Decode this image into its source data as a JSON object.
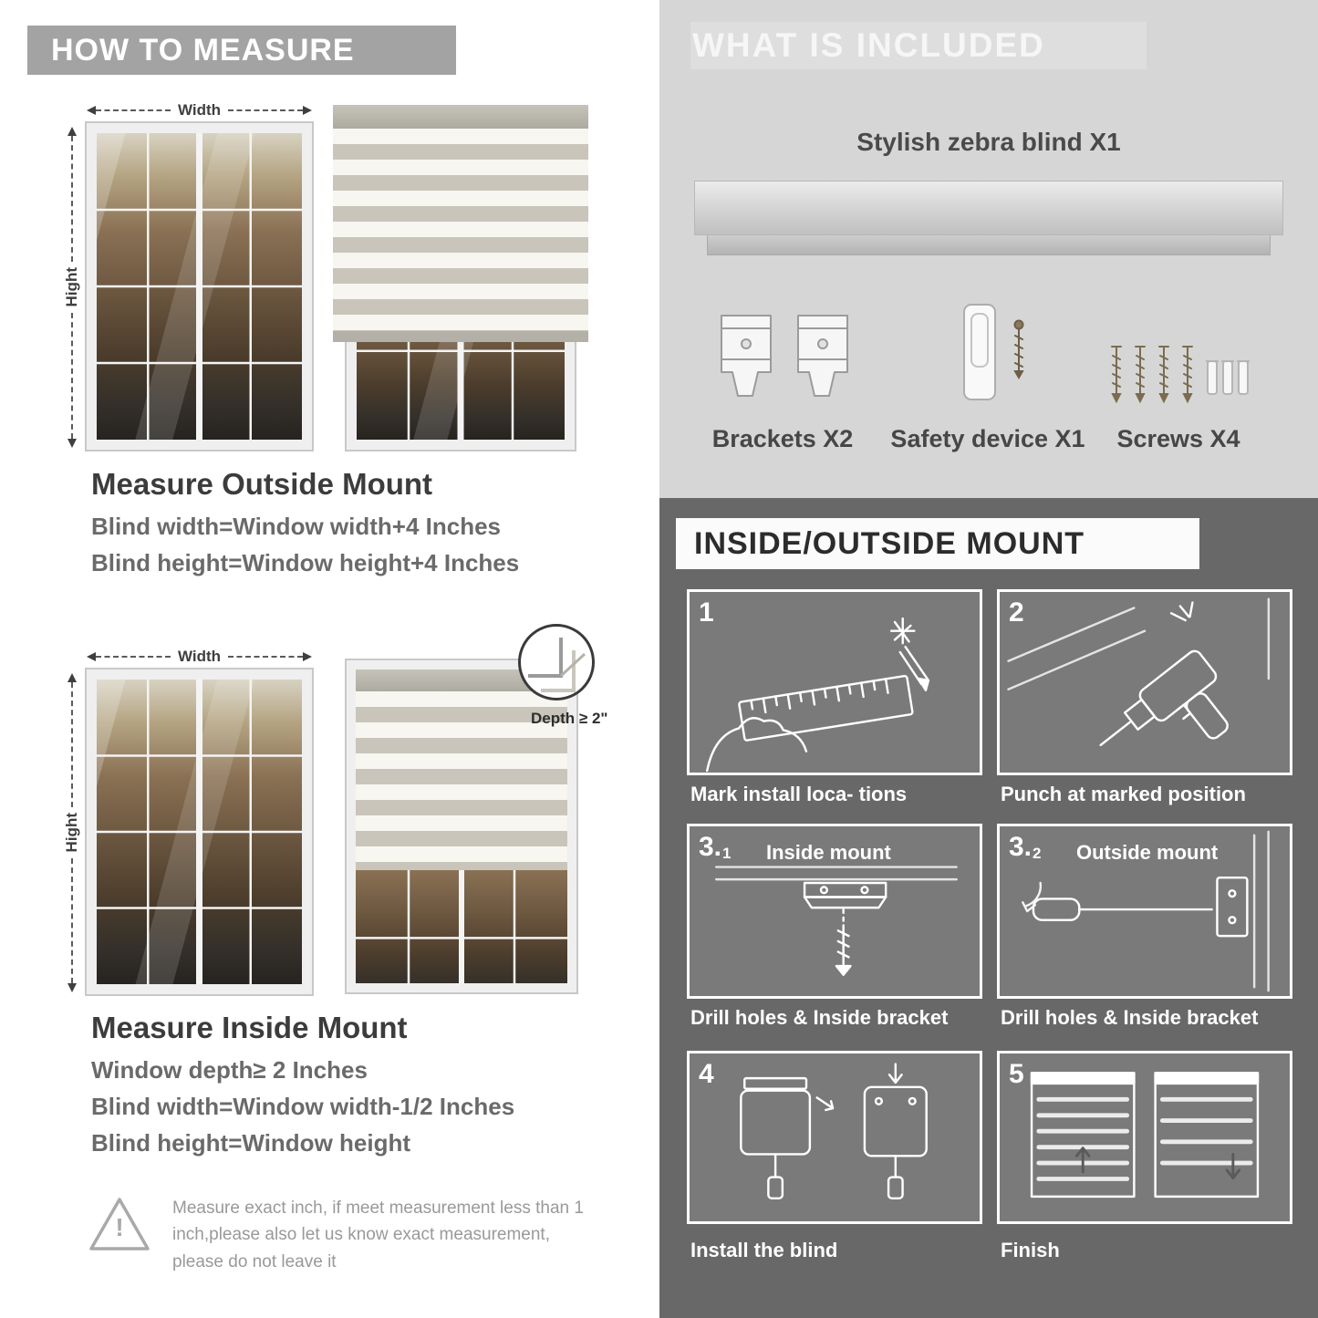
{
  "colors": {
    "banner_gray": "#a3a3a3",
    "included_bg": "#d6d6d6",
    "mount_bg": "#686868",
    "heading_text": "#3c3c3c",
    "formula_text": "#6a6a6a",
    "blind_stripe_gray": "#c9c5ba",
    "blind_stripe_white": "#f8f6f1"
  },
  "how_to_measure": {
    "header": "HOW TO MEASURE",
    "width_label": "Width",
    "height_label": "Hight",
    "outside": {
      "title": "Measure Outside Mount",
      "lines": [
        "Blind width=Window width+4 Inches",
        "Blind height=Window height+4 Inches"
      ]
    },
    "inside": {
      "title": "Measure Inside Mount",
      "depth_label": "Depth ≥ 2\"",
      "lines": [
        "Window depth≥ 2 Inches",
        "Blind width=Window width-1/2 Inches",
        "Blind height=Window height"
      ]
    },
    "warning_mark": "!",
    "note": "Measure exact inch, if meet measurement less than 1 inch,please also let us know exact measurement, please do not leave it"
  },
  "included": {
    "header": "WHAT IS INCLUDED",
    "blind_label": "Stylish zebra blind X1",
    "items": [
      {
        "icon": "brackets-icon",
        "label": "Brackets X2"
      },
      {
        "icon": "safety-device-icon",
        "label": "Safety device X1"
      },
      {
        "icon": "screws-icon",
        "label": "Screws X4"
      }
    ]
  },
  "mount_steps": {
    "header": "INSIDE/OUTSIDE MOUNT",
    "steps": [
      {
        "num": "1",
        "caption": "Mark install loca- tions"
      },
      {
        "num": "2",
        "caption": "Punch at  marked position"
      },
      {
        "num": "3.",
        "sub": "1",
        "title": "Inside mount",
        "caption": "Drill holes &  Inside bracket"
      },
      {
        "num": "3.",
        "sub": "2",
        "title": "Outside mount",
        "caption": "Drill holes &  Inside bracket"
      },
      {
        "num": "4",
        "caption": "Install the blind"
      },
      {
        "num": "5",
        "caption": "Finish"
      }
    ]
  }
}
